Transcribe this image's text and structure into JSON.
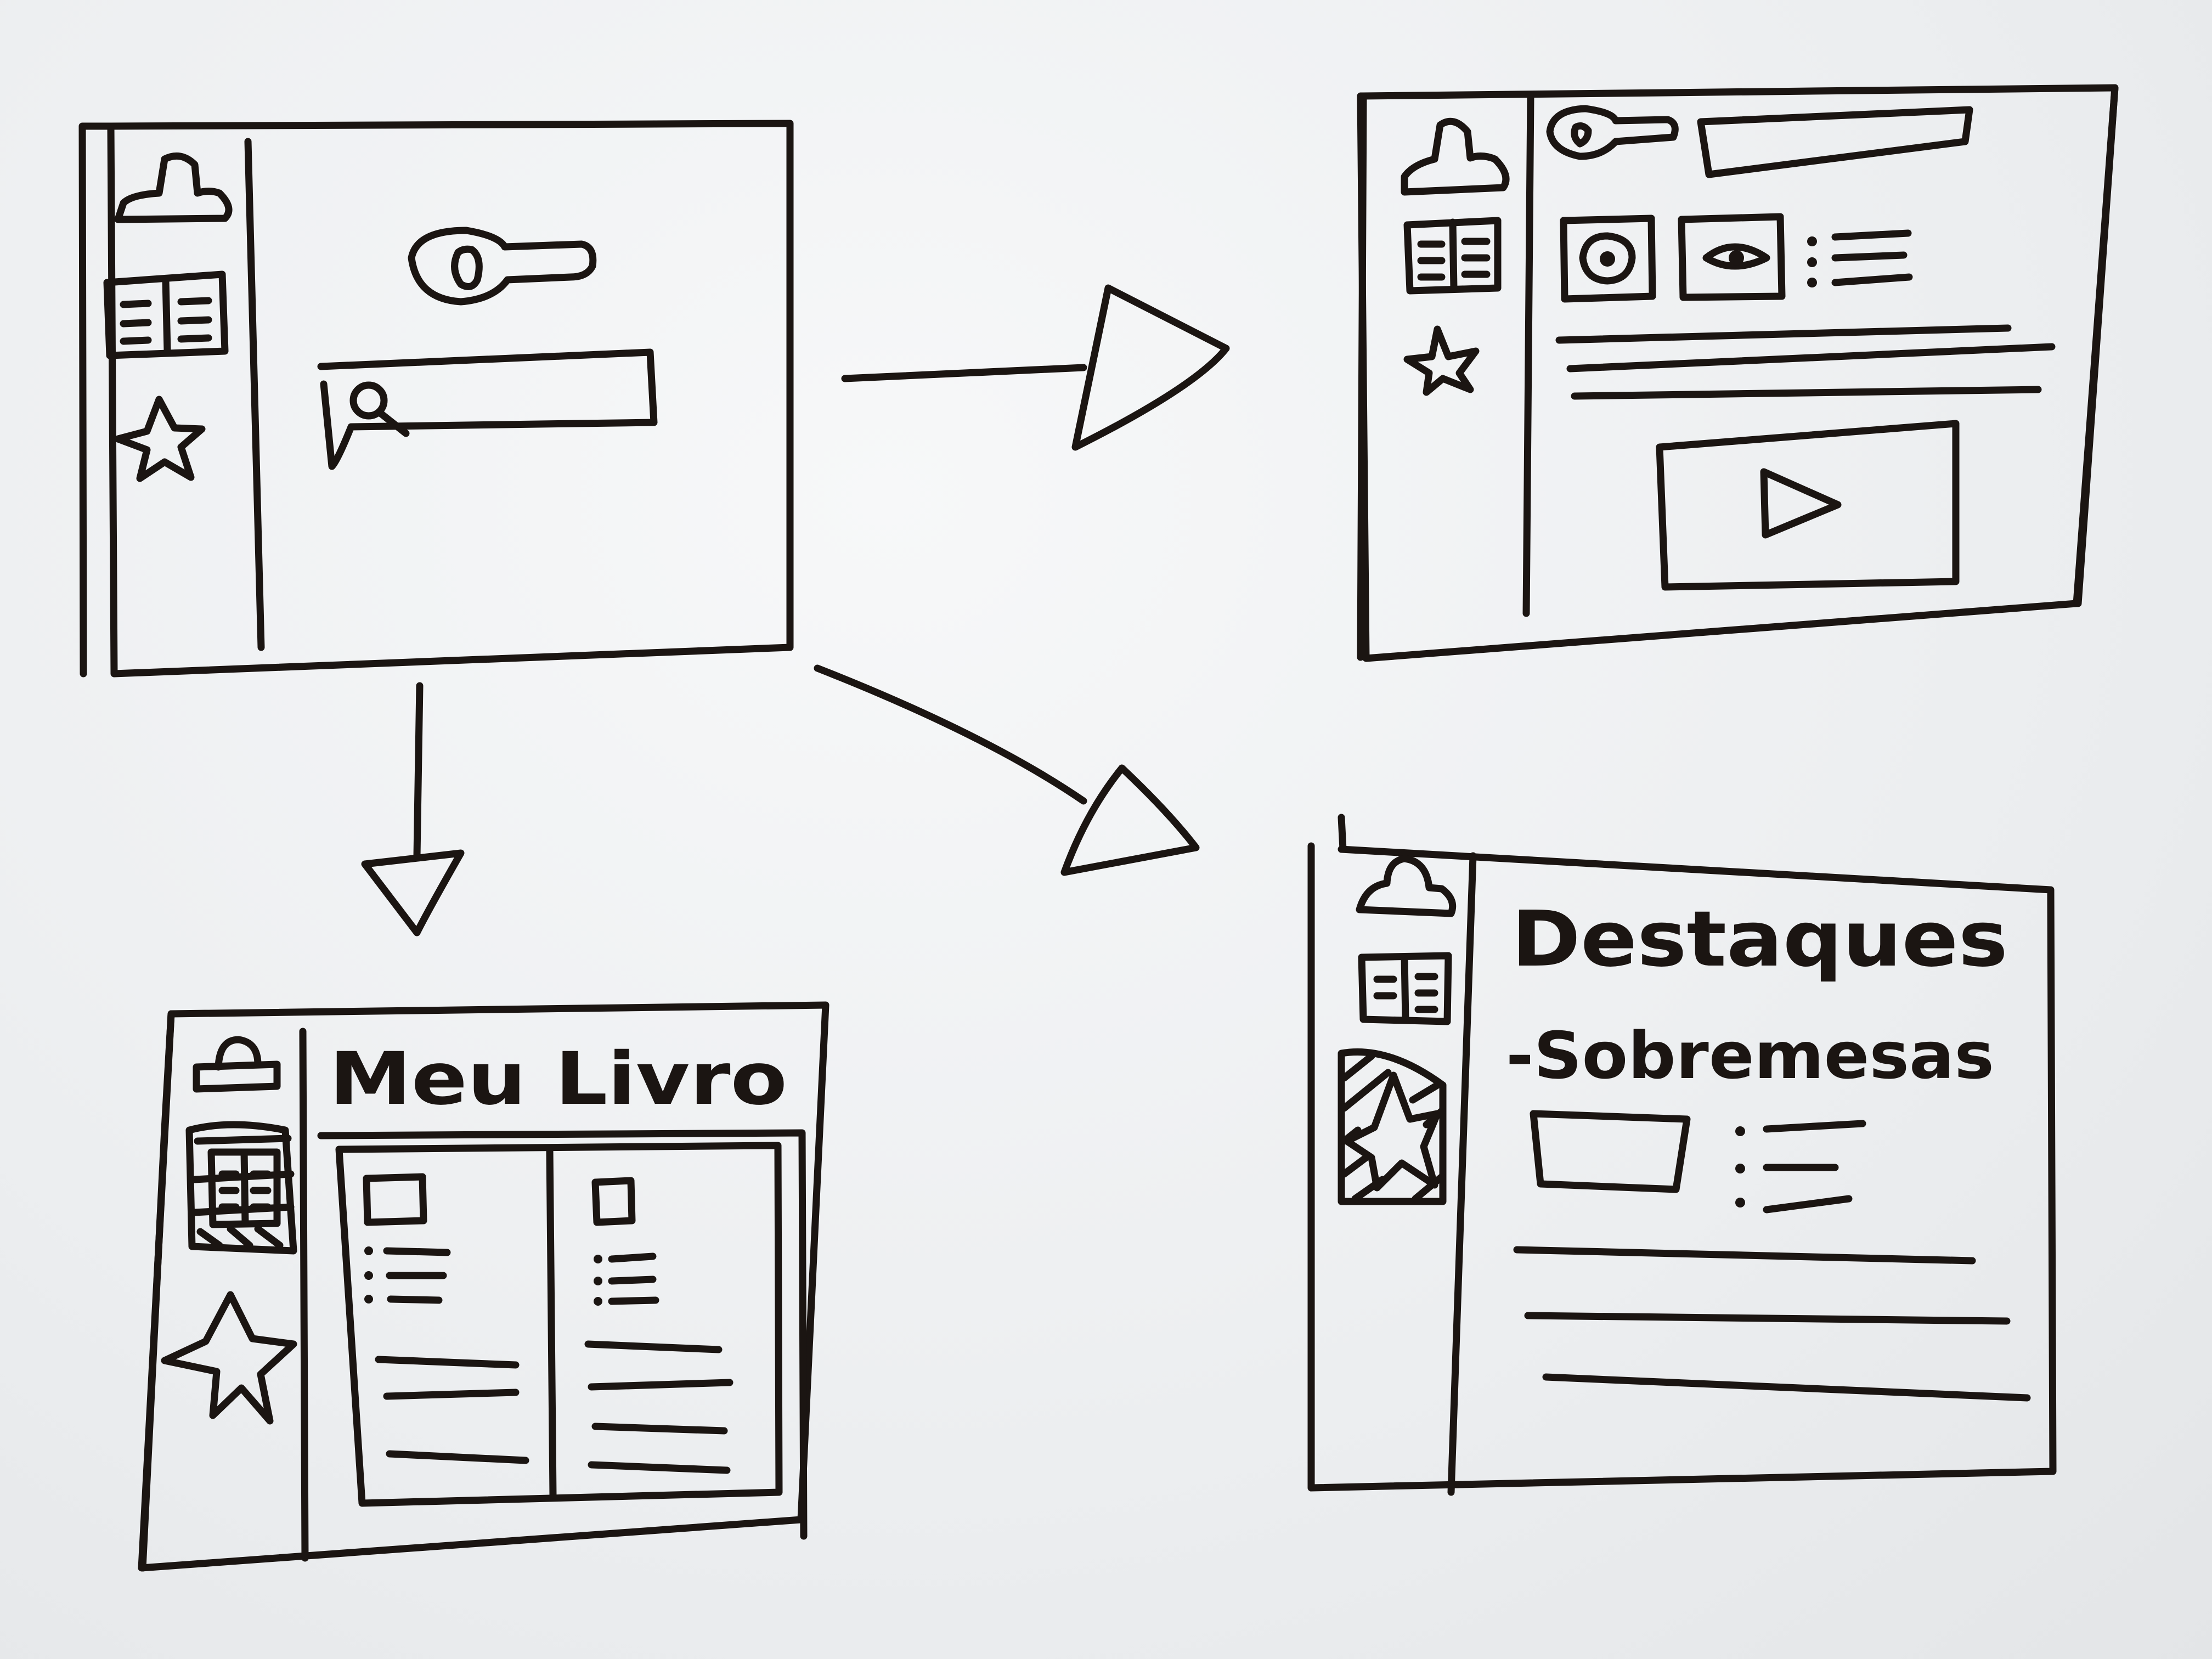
{
  "ink_color": "#1b1512",
  "board_color": "#f1f3f4",
  "screens": [
    {
      "id": "home",
      "sidebar_icons": [
        "home-icon",
        "book-icon",
        "star-icon"
      ],
      "content": [
        "search-logo-icon",
        "search-bar"
      ]
    },
    {
      "id": "detail",
      "sidebar_icons": [
        "home-icon",
        "book-icon",
        "star-icon"
      ],
      "content": [
        "search-logo-icon",
        "search-bar",
        "media-thumbnails",
        "text-lines",
        "video-player-play-icon"
      ]
    },
    {
      "id": "book",
      "sidebar_icons": [
        "home-icon",
        "book-icon-selected",
        "star-icon"
      ],
      "title": "Meu Livro",
      "content": [
        "two-page-book-spread"
      ]
    },
    {
      "id": "favorites",
      "sidebar_icons": [
        "home-icon",
        "book-icon",
        "star-icon-selected"
      ],
      "title": "Destaques",
      "subtitle": "-Sobremesas",
      "content": [
        "image-placeholder",
        "bullet-list",
        "text-lines"
      ]
    }
  ],
  "flow_arrows": [
    {
      "from": "home",
      "to": "detail"
    },
    {
      "from": "home",
      "to": "book"
    },
    {
      "from": "home",
      "to": "favorites"
    }
  ]
}
